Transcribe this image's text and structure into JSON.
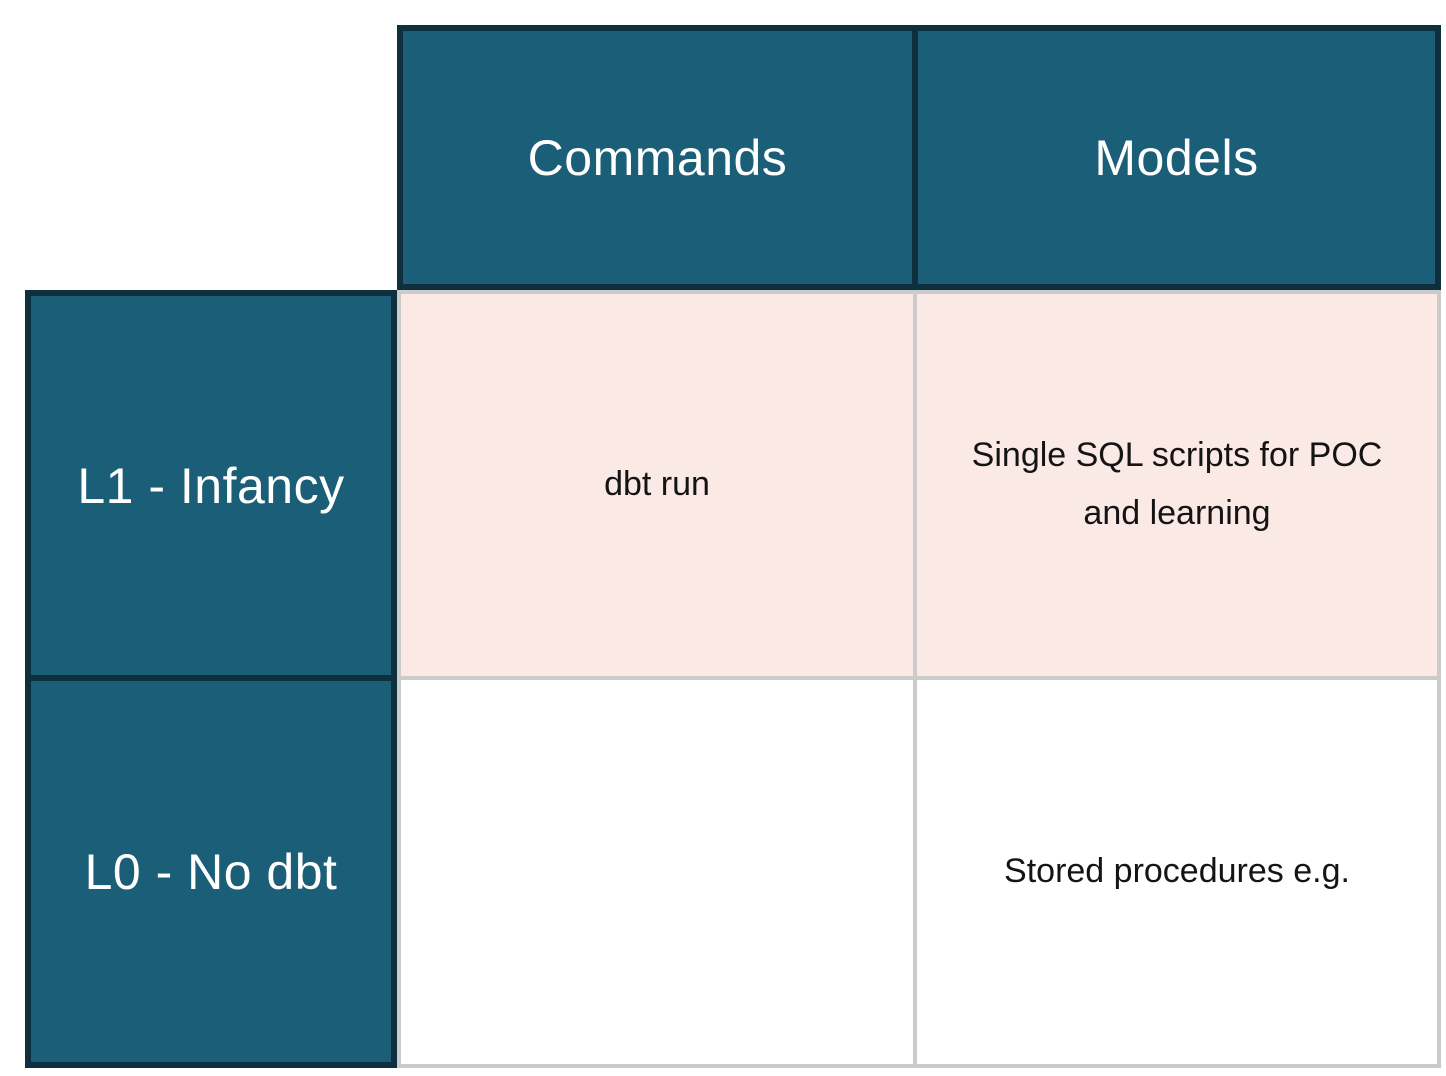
{
  "matrix": {
    "title_semantic": "dbt maturity matrix",
    "column_headers": [
      "Commands",
      "Models"
    ],
    "rows": [
      {
        "label": "L1 - Infancy",
        "highlighted": true,
        "commands": "dbt run",
        "models": "Single SQL scripts for POC and learning"
      },
      {
        "label": "L0 - No dbt",
        "highlighted": false,
        "commands": "",
        "models": "Stored procedures e.g."
      }
    ]
  },
  "colors": {
    "header_bg": "#1B5E77",
    "header_border": "#0E2F3D",
    "highlight_bg": "#FBE9E5",
    "cell_border": "#CBCBCB",
    "header_text": "#FFFFFF",
    "cell_text": "#141414",
    "canvas_bg": "#FFFFFF"
  }
}
